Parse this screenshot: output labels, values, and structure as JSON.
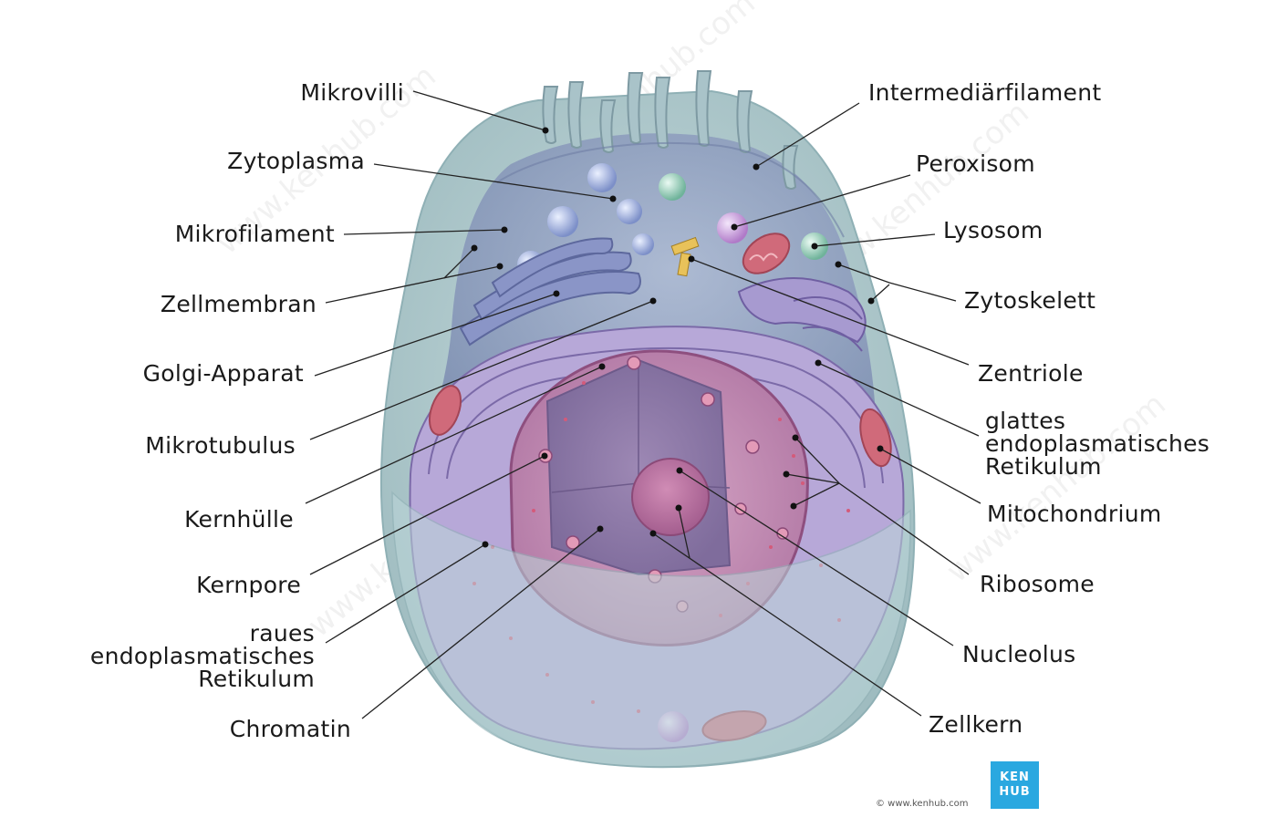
{
  "labels": {
    "mikrovilli": "Mikrovilli",
    "zytoplasma": "Zytoplasma",
    "mikrofilament": "Mikrofilament",
    "zellmembran": "Zellmembran",
    "golgi": "Golgi-Apparat",
    "mikrotubulus": "Mikrotubulus",
    "kernhuelle": "Kernhülle",
    "kernpore": "Kernpore",
    "raues_er_1": "raues",
    "raues_er_2": "endoplasmatisches",
    "raues_er_3": "Retikulum",
    "chromatin": "Chromatin",
    "intermediaerfilament": "Intermediärfilament",
    "peroxisom": "Peroxisom",
    "lysosom": "Lysosom",
    "zytoskelett": "Zytoskelett",
    "zentriole": "Zentriole",
    "glattes_er_1": "glattes",
    "glattes_er_2": "endoplasmatisches",
    "glattes_er_3": "Retikulum",
    "mitochondrium": "Mitochondrium",
    "ribosome": "Ribosome",
    "nucleolus": "Nucleolus",
    "zellkern": "Zellkern"
  },
  "logo": {
    "line1": "KEN",
    "line2": "HUB"
  },
  "copyright": "© www.kenhub.com",
  "watermark": "www.kenhub.com",
  "colors": {
    "cell_outer": "#b9d3d6",
    "cytoplasm": "#8f9fc0",
    "nucleus": "#c78fb8",
    "er": "#a79ad0",
    "mitochondrion": "#d06a7a",
    "logo": "#2aa8e0"
  }
}
